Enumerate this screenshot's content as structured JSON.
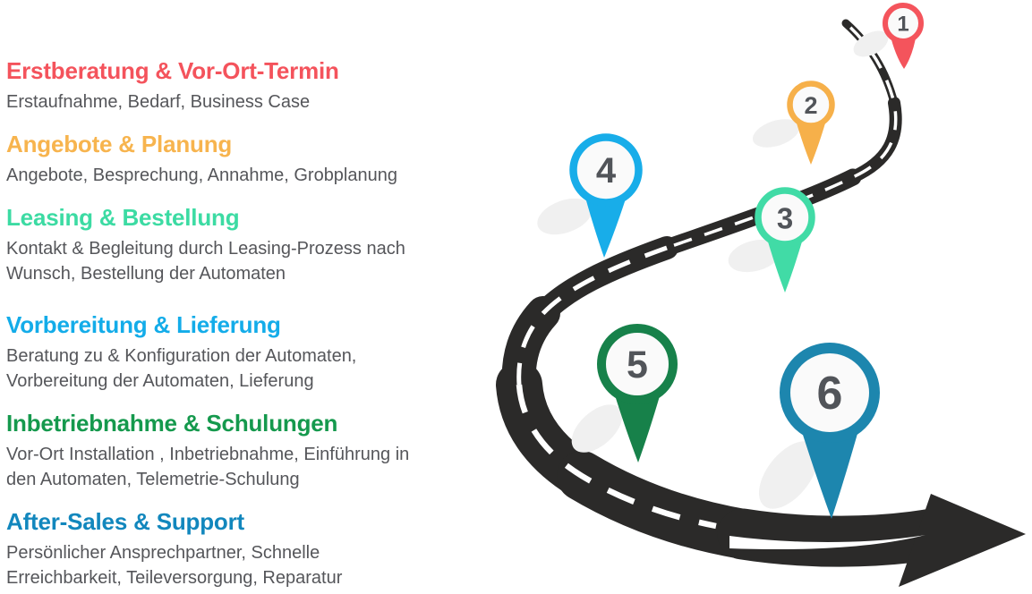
{
  "page": {
    "background": "#FFFFFF",
    "text_color": "#55565A"
  },
  "steps": [
    {
      "number": "1",
      "title": "Erstberatung & Vor-Ort-Termin",
      "description": "Erstaufnahme, Bedarf, Business Case",
      "color": "#F4535C",
      "pin_color": "#F4545C"
    },
    {
      "number": "2",
      "title": "Angebote & Planung",
      "description": "Angebote, Besprechung, Annahme, Grobplanung",
      "color": "#F7B44E",
      "pin_color": "#F6B04A"
    },
    {
      "number": "3",
      "title": "Leasing & Bestellung",
      "description": "Kontakt & Begleitung durch Leasing-Prozess nach\nWunsch, Bestellung der Automaten",
      "color": "#3CDBA3",
      "pin_color": "#41DBA6"
    },
    {
      "number": "4",
      "title": "Vorbereitung & Lieferung",
      "description": "Beratung zu & Konfiguration der Automaten,\nVorbereitung der Automaten, Lieferung",
      "color": "#13ACE9",
      "pin_color": "#18ADE9"
    },
    {
      "number": "5",
      "title": "Inbetriebnahme & Schulungen",
      "description": "Vor-Ort Installation , Inbetriebnahme, Einführung in\nden Automaten, Telemetrie-Schulung",
      "color": "#15994D",
      "pin_color": "#17814A"
    },
    {
      "number": "6",
      "title": "After-Sales & Support",
      "description": "Persönlicher Ansprechpartner, Schnelle\nErreichbarkeit, Teileversorgung, Reparatur",
      "color": "#1287BD",
      "pin_color": "#1D86AE"
    }
  ],
  "roadmap": {
    "road_color": "#2B2A29",
    "road_line_color": "#FFFFFF",
    "cloud_color": "#F0F0F0",
    "pin_face_color": "#FAFAFA",
    "pin_number_color": "#515459"
  }
}
